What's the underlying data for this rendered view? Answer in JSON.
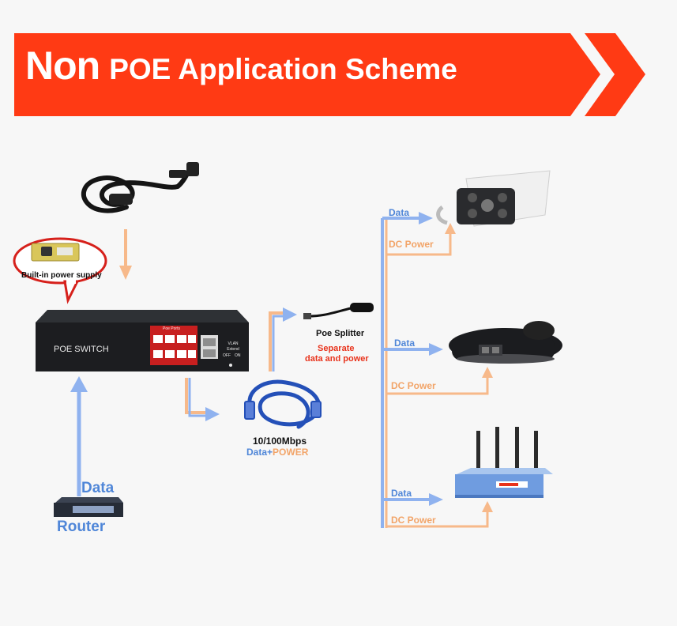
{
  "banner": {
    "title_big": "Non",
    "title_rest": "POE Application Scheme",
    "color": "#ff3a14"
  },
  "colors": {
    "data_line": "#8fb2ef",
    "power_line": "#f7b98a",
    "label_blue": "#4f86d8",
    "label_orange": "#f2a468",
    "red": "#e8321b"
  },
  "power_supply": {
    "bubble_label": "Built-in power supply"
  },
  "switch": {
    "label": "POE SWITCH",
    "ports_label": "Poe Ports",
    "vlan_label": "VLAN Extend",
    "off_label": "OFF",
    "on_label": "ON"
  },
  "router": {
    "data_label": "Data",
    "label": "Router"
  },
  "cable": {
    "speed": "10/100Mbps",
    "data_word": "Data+",
    "power_word": "POWER"
  },
  "splitter": {
    "title": "Poe Splitter",
    "line1": "Separate",
    "line2": "data and power"
  },
  "devices": [
    {
      "name": "camera",
      "data_label": "Data",
      "power_label": "DC Power"
    },
    {
      "name": "phone",
      "data_label": "Data",
      "power_label": "DC Power"
    },
    {
      "name": "router",
      "data_label": "Data",
      "power_label": "DC Power"
    }
  ]
}
